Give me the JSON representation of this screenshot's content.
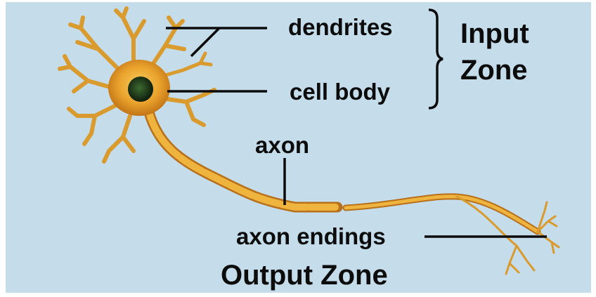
{
  "labels": {
    "dendrites": "dendrites",
    "cell_body": "cell body",
    "axon": "axon",
    "axon_endings": "axon endings",
    "input_zone_line1": "Input",
    "input_zone_line2": "Zone",
    "output_zone": "Output Zone"
  },
  "colors": {
    "background": "#c5dcea",
    "neuron": "#e8a630",
    "neuron_dark": "#b8701a",
    "nucleus": "#1e3a18",
    "text": "#0c0c0c"
  }
}
